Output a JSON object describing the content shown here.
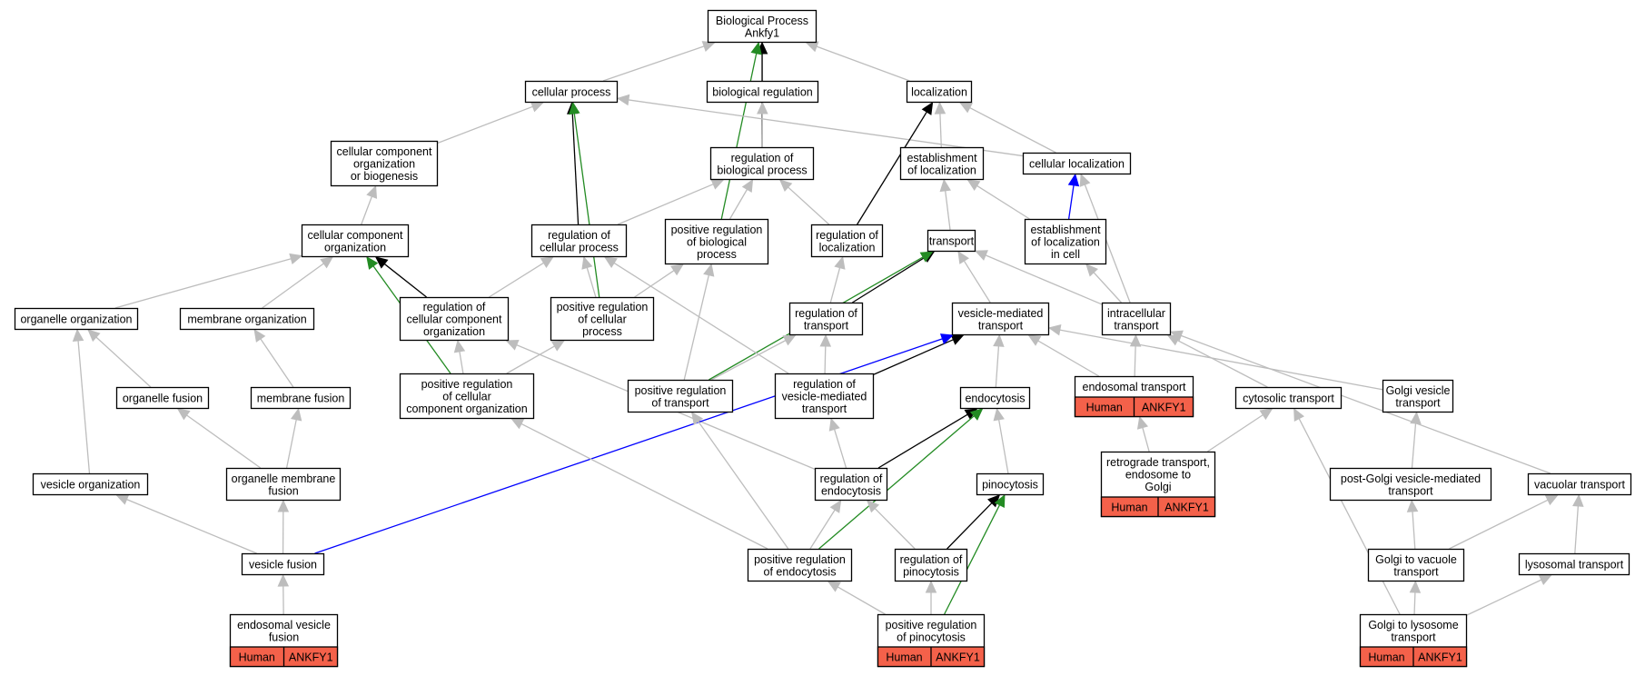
{
  "colors": {
    "is_a": "#bdbdbd",
    "part_of": "#000000",
    "positively_regulates": "#238b23",
    "occurs_in": "#0000ff",
    "annotation_fill": "#f4614a",
    "node_border": "#000000"
  },
  "nodes": {
    "bp": {
      "lines": [
        "Biological Process",
        "Ankfy1"
      ]
    },
    "cellular_process": {
      "lines": [
        "cellular process"
      ]
    },
    "biological_regulation": {
      "lines": [
        "biological regulation"
      ]
    },
    "localization": {
      "lines": [
        "localization"
      ]
    },
    "ccob": {
      "lines": [
        "cellular component",
        "organization",
        "or biogenesis"
      ]
    },
    "reg_bio_process": {
      "lines": [
        "regulation of",
        "biological process"
      ]
    },
    "est_localization": {
      "lines": [
        "establishment",
        "of localization"
      ]
    },
    "cell_localization": {
      "lines": [
        "cellular localization"
      ]
    },
    "cc_org": {
      "lines": [
        "cellular component",
        "organization"
      ]
    },
    "reg_cell_process": {
      "lines": [
        "regulation of",
        "cellular process"
      ]
    },
    "pos_reg_bio_process": {
      "lines": [
        "positive regulation",
        "of biological",
        "process"
      ]
    },
    "reg_localization": {
      "lines": [
        "regulation of",
        "localization"
      ]
    },
    "transport": {
      "lines": [
        "transport"
      ]
    },
    "est_loc_cell": {
      "lines": [
        "establishment",
        "of localization",
        "in cell"
      ]
    },
    "organelle_org": {
      "lines": [
        "organelle organization"
      ]
    },
    "membrane_org": {
      "lines": [
        "membrane organization"
      ]
    },
    "reg_cc_org": {
      "lines": [
        "regulation of",
        "cellular component",
        "organization"
      ]
    },
    "pos_reg_cell_process": {
      "lines": [
        "positive regulation",
        "of cellular",
        "process"
      ]
    },
    "reg_transport": {
      "lines": [
        "regulation of",
        "transport"
      ]
    },
    "vesicle_mediated": {
      "lines": [
        "vesicle-mediated",
        "transport"
      ]
    },
    "intracellular_transport": {
      "lines": [
        "intracellular",
        "transport"
      ]
    },
    "organelle_fusion": {
      "lines": [
        "organelle fusion"
      ]
    },
    "membrane_fusion": {
      "lines": [
        "membrane fusion"
      ]
    },
    "pos_reg_cc_org": {
      "lines": [
        "positive regulation",
        "of cellular",
        "component organization"
      ]
    },
    "pos_reg_transport": {
      "lines": [
        "positive regulation",
        "of transport"
      ]
    },
    "reg_vesicle_transport": {
      "lines": [
        "regulation of",
        "vesicle-mediated",
        "transport"
      ]
    },
    "endocytosis": {
      "lines": [
        "endocytosis"
      ]
    },
    "endosomal_transport": {
      "lines": [
        "endosomal transport"
      ],
      "species": "Human",
      "gene": "ANKFY1"
    },
    "cytosolic_transport": {
      "lines": [
        "cytosolic transport"
      ]
    },
    "golgi_vesicle": {
      "lines": [
        "Golgi vesicle",
        "transport"
      ]
    },
    "vesicle_org": {
      "lines": [
        "vesicle organization"
      ]
    },
    "organelle_membrane_fusion": {
      "lines": [
        "organelle membrane",
        "fusion"
      ]
    },
    "reg_endocytosis": {
      "lines": [
        "regulation of",
        "endocytosis"
      ]
    },
    "pinocytosis": {
      "lines": [
        "pinocytosis"
      ]
    },
    "retrograde": {
      "lines": [
        "retrograde transport,",
        "endosome to",
        "Golgi"
      ],
      "species": "Human",
      "gene": "ANKFY1"
    },
    "post_golgi": {
      "lines": [
        "post-Golgi vesicle-mediated",
        "transport"
      ]
    },
    "vacuolar_transport": {
      "lines": [
        "vacuolar transport"
      ]
    },
    "vesicle_fusion": {
      "lines": [
        "vesicle fusion"
      ]
    },
    "pos_reg_endocytosis": {
      "lines": [
        "positive regulation",
        "of endocytosis"
      ]
    },
    "reg_pinocytosis": {
      "lines": [
        "regulation of",
        "pinocytosis"
      ]
    },
    "golgi_vacuole": {
      "lines": [
        "Golgi to vacuole",
        "transport"
      ]
    },
    "lysosomal_transport": {
      "lines": [
        "lysosomal transport"
      ]
    },
    "endosomal_vesicle_fusion": {
      "lines": [
        "endosomal vesicle",
        "fusion"
      ],
      "species": "Human",
      "gene": "ANKFY1"
    },
    "pos_reg_pinocytosis": {
      "lines": [
        "positive regulation",
        "of pinocytosis"
      ],
      "species": "Human",
      "gene": "ANKFY1"
    },
    "golgi_lysosome": {
      "lines": [
        "Golgi to lysosome",
        "transport"
      ],
      "species": "Human",
      "gene": "ANKFY1"
    }
  },
  "edges": [
    {
      "from": "cellular_process",
      "to": "bp",
      "rel": "is_a"
    },
    {
      "from": "biological_regulation",
      "to": "bp",
      "rel": "is_a"
    },
    {
      "from": "localization",
      "to": "bp",
      "rel": "is_a"
    },
    {
      "from": "reg_bio_process",
      "to": "bp",
      "rel": "part_of"
    },
    {
      "from": "pos_reg_bio_process",
      "to": "bp",
      "rel": "positively_regulates"
    },
    {
      "from": "ccob",
      "to": "cellular_process",
      "rel": "is_a"
    },
    {
      "from": "cell_localization",
      "to": "cellular_process",
      "rel": "is_a"
    },
    {
      "from": "reg_cell_process",
      "to": "cellular_process",
      "rel": "part_of"
    },
    {
      "from": "pos_reg_cell_process",
      "to": "cellular_process",
      "rel": "positively_regulates"
    },
    {
      "from": "reg_bio_process",
      "to": "biological_regulation",
      "rel": "is_a"
    },
    {
      "from": "est_localization",
      "to": "localization",
      "rel": "is_a"
    },
    {
      "from": "cell_localization",
      "to": "localization",
      "rel": "is_a"
    },
    {
      "from": "reg_localization",
      "to": "localization",
      "rel": "part_of"
    },
    {
      "from": "cc_org",
      "to": "ccob",
      "rel": "is_a"
    },
    {
      "from": "reg_cell_process",
      "to": "reg_bio_process",
      "rel": "is_a"
    },
    {
      "from": "pos_reg_bio_process",
      "to": "reg_bio_process",
      "rel": "is_a"
    },
    {
      "from": "reg_localization",
      "to": "reg_bio_process",
      "rel": "is_a"
    },
    {
      "from": "transport",
      "to": "est_localization",
      "rel": "is_a"
    },
    {
      "from": "est_loc_cell",
      "to": "est_localization",
      "rel": "is_a"
    },
    {
      "from": "est_loc_cell",
      "to": "cell_localization",
      "rel": "occurs_in"
    },
    {
      "from": "intracellular_transport",
      "to": "cell_localization",
      "rel": "is_a"
    },
    {
      "from": "organelle_org",
      "to": "cc_org",
      "rel": "is_a"
    },
    {
      "from": "membrane_org",
      "to": "cc_org",
      "rel": "is_a"
    },
    {
      "from": "reg_cc_org",
      "to": "cc_org",
      "rel": "part_of"
    },
    {
      "from": "pos_reg_cc_org",
      "to": "cc_org",
      "rel": "positively_regulates"
    },
    {
      "from": "reg_cc_org",
      "to": "reg_cell_process",
      "rel": "is_a"
    },
    {
      "from": "pos_reg_cell_process",
      "to": "reg_cell_process",
      "rel": "is_a"
    },
    {
      "from": "pos_reg_cell_process",
      "to": "pos_reg_bio_process",
      "rel": "is_a"
    },
    {
      "from": "pos_reg_transport",
      "to": "pos_reg_bio_process",
      "rel": "is_a"
    },
    {
      "from": "reg_transport",
      "to": "reg_localization",
      "rel": "is_a"
    },
    {
      "from": "reg_transport",
      "to": "transport",
      "rel": "part_of"
    },
    {
      "from": "pos_reg_transport",
      "to": "transport",
      "rel": "positively_regulates"
    },
    {
      "from": "vesicle_mediated",
      "to": "transport",
      "rel": "is_a"
    },
    {
      "from": "intracellular_transport",
      "to": "transport",
      "rel": "is_a"
    },
    {
      "from": "intracellular_transport",
      "to": "est_loc_cell",
      "rel": "is_a"
    },
    {
      "from": "organelle_fusion",
      "to": "organelle_org",
      "rel": "is_a"
    },
    {
      "from": "vesicle_org",
      "to": "organelle_org",
      "rel": "is_a"
    },
    {
      "from": "membrane_fusion",
      "to": "membrane_org",
      "rel": "is_a"
    },
    {
      "from": "pos_reg_cc_org",
      "to": "reg_cc_org",
      "rel": "is_a"
    },
    {
      "from": "reg_endocytosis",
      "to": "reg_cc_org",
      "rel": "is_a"
    },
    {
      "from": "pos_reg_cc_org",
      "to": "pos_reg_cell_process",
      "rel": "is_a"
    },
    {
      "from": "pos_reg_transport",
      "to": "reg_transport",
      "rel": "is_a"
    },
    {
      "from": "reg_vesicle_transport",
      "to": "reg_transport",
      "rel": "is_a"
    },
    {
      "from": "reg_vesicle_transport",
      "to": "reg_cell_process",
      "rel": "is_a"
    },
    {
      "from": "reg_vesicle_transport",
      "to": "vesicle_mediated",
      "rel": "part_of"
    },
    {
      "from": "endocytosis",
      "to": "vesicle_mediated",
      "rel": "is_a"
    },
    {
      "from": "endosomal_transport",
      "to": "vesicle_mediated",
      "rel": "is_a"
    },
    {
      "from": "golgi_vesicle",
      "to": "vesicle_mediated",
      "rel": "is_a"
    },
    {
      "from": "vesicle_fusion",
      "to": "vesicle_mediated",
      "rel": "occurs_in"
    },
    {
      "from": "endosomal_transport",
      "to": "intracellular_transport",
      "rel": "is_a"
    },
    {
      "from": "cytosolic_transport",
      "to": "intracellular_transport",
      "rel": "is_a"
    },
    {
      "from": "vacuolar_transport",
      "to": "intracellular_transport",
      "rel": "is_a"
    },
    {
      "from": "organelle_membrane_fusion",
      "to": "organelle_fusion",
      "rel": "is_a"
    },
    {
      "from": "organelle_membrane_fusion",
      "to": "membrane_fusion",
      "rel": "is_a"
    },
    {
      "from": "reg_endocytosis",
      "to": "reg_vesicle_transport",
      "rel": "is_a"
    },
    {
      "from": "reg_endocytosis",
      "to": "endocytosis",
      "rel": "part_of"
    },
    {
      "from": "pos_reg_endocytosis",
      "to": "endocytosis",
      "rel": "positively_regulates"
    },
    {
      "from": "pinocytosis",
      "to": "endocytosis",
      "rel": "is_a"
    },
    {
      "from": "retrograde",
      "to": "endosomal_transport",
      "rel": "is_a"
    },
    {
      "from": "retrograde",
      "to": "cytosolic_transport",
      "rel": "is_a"
    },
    {
      "from": "post_golgi",
      "to": "golgi_vesicle",
      "rel": "is_a"
    },
    {
      "from": "vesicle_fusion",
      "to": "vesicle_org",
      "rel": "is_a"
    },
    {
      "from": "vesicle_fusion",
      "to": "organelle_membrane_fusion",
      "rel": "is_a"
    },
    {
      "from": "pos_reg_endocytosis",
      "to": "reg_endocytosis",
      "rel": "is_a"
    },
    {
      "from": "pos_reg_endocytosis",
      "to": "pos_reg_cc_org",
      "rel": "is_a"
    },
    {
      "from": "pos_reg_endocytosis",
      "to": "pos_reg_transport",
      "rel": "is_a"
    },
    {
      "from": "reg_pinocytosis",
      "to": "reg_endocytosis",
      "rel": "is_a"
    },
    {
      "from": "reg_pinocytosis",
      "to": "pinocytosis",
      "rel": "part_of"
    },
    {
      "from": "pos_reg_pinocytosis",
      "to": "pinocytosis",
      "rel": "positively_regulates"
    },
    {
      "from": "golgi_vacuole",
      "to": "post_golgi",
      "rel": "is_a"
    },
    {
      "from": "golgi_vacuole",
      "to": "vacuolar_transport",
      "rel": "is_a"
    },
    {
      "from": "lysosomal_transport",
      "to": "vacuolar_transport",
      "rel": "is_a"
    },
    {
      "from": "endosomal_vesicle_fusion",
      "to": "vesicle_fusion",
      "rel": "is_a"
    },
    {
      "from": "pos_reg_pinocytosis",
      "to": "reg_pinocytosis",
      "rel": "is_a"
    },
    {
      "from": "pos_reg_pinocytosis",
      "to": "pos_reg_endocytosis",
      "rel": "is_a"
    },
    {
      "from": "golgi_lysosome",
      "to": "golgi_vacuole",
      "rel": "is_a"
    },
    {
      "from": "golgi_lysosome",
      "to": "lysosomal_transport",
      "rel": "is_a"
    },
    {
      "from": "golgi_lysosome",
      "to": "cytosolic_transport",
      "rel": "is_a"
    }
  ]
}
